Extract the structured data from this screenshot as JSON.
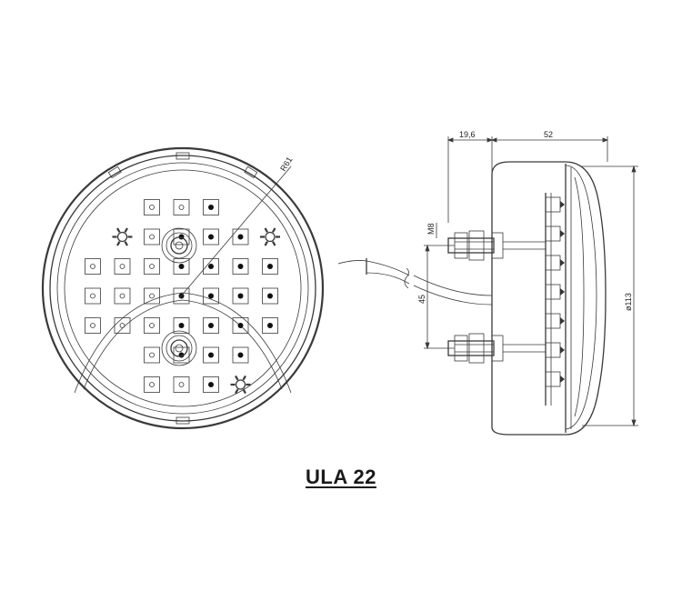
{
  "caption": "ULA 22",
  "dimensions": {
    "radius": "R61",
    "depth_bolt": "19,6",
    "depth_body": "52",
    "thread": "M8",
    "bolt_spacing": "45",
    "diameter": "ø113"
  },
  "led_grid": [
    "..ooL..",
    ".SoLLLS",
    "oooLLLL",
    "oooLLLL",
    "oooLLLL",
    "..oLLL.",
    "..ooLS."
  ]
}
